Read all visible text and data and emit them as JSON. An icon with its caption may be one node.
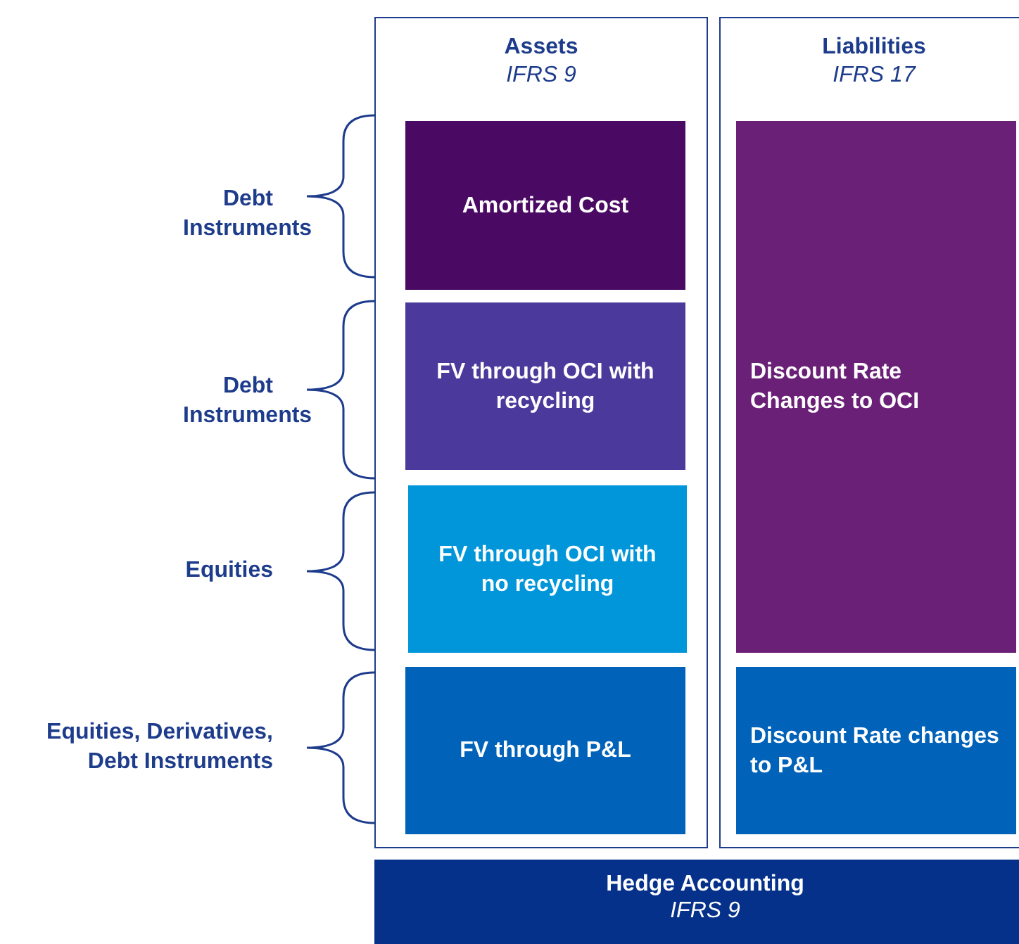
{
  "diagram": {
    "nodes": [
      {
        "text": [
          "Assets",
          "IFRS 9"
        ]
      },
      {
        "text": [
          "Amortized Cost"
        ],
        "in": 0
      },
      {
        "text": [
          "FV through OCI with recycling"
        ],
        "in": 0
      },
      {
        "text": [
          "FV through OCI with no recycling"
        ],
        "in": 0
      },
      {
        "text": [
          "FV through P&L"
        ],
        "in": 0
      },
      {
        "text": [
          "Liabilities",
          "IFRS 17"
        ]
      },
      {
        "text": [
          "Discount Rate Changes to OCI"
        ],
        "in": 5
      },
      {
        "text": [
          "Discount Rate changes to P&L"
        ],
        "in": 5
      },
      {
        "text": [
          "Hedge Accounting",
          "IFRS 9"
        ]
      }
    ],
    "edges": [],
    "labels": [
      "Debt Instruments",
      "Debt Instruments",
      "Equities",
      "Equities, Derivatives, Debt Instruments"
    ]
  }
}
